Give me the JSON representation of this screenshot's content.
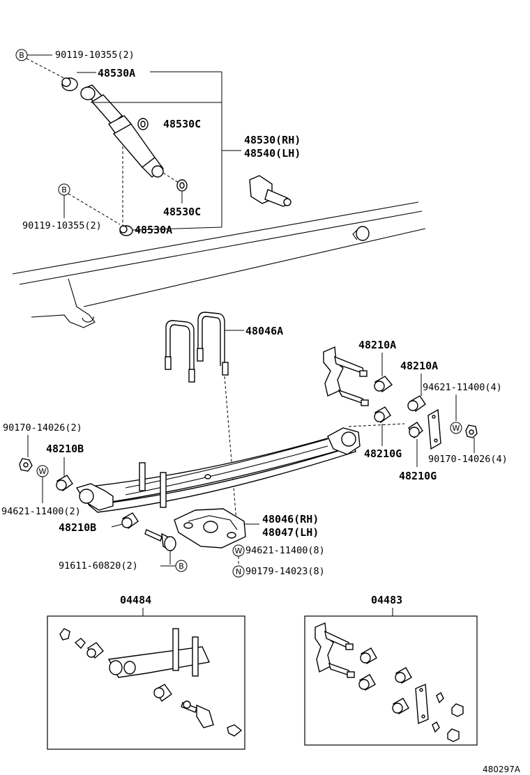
{
  "callouts": {
    "bolt_90119_top": "90119-10355(2)",
    "p48530A_top": "48530A",
    "p48530C_top": "48530C",
    "p48530_rh": "48530(RH)",
    "p48540_lh": "48540(LH)",
    "p48530C_bot": "48530C",
    "bolt_90119_bot": "90119-10355(2)",
    "p48530A_bot": "48530A",
    "p48046A": "48046A",
    "p48210A_1": "48210A",
    "p48210A_2": "48210A",
    "p94621_right": "94621-11400(4)",
    "p90170_left": "90170-14026(2)",
    "p48210B_top": "48210B",
    "p48210G_1": "48210G",
    "p90170_right": "90170-14026(4)",
    "p48210G_2": "48210G",
    "p94621_left": "94621-11400(2)",
    "p48046_rh": "48046(RH)",
    "p48047_lh": "48047(LH)",
    "p48210B_bot": "48210B",
    "p94621_seat": "94621-11400(8)",
    "p91611": "91611-60820(2)",
    "p90179": "90179-14023(8)"
  },
  "markers": {
    "B": "B",
    "W": "W",
    "N": "N"
  },
  "kits": {
    "kit_04484": "04484",
    "kit_04483": "04483"
  },
  "figure_id": "480297A"
}
